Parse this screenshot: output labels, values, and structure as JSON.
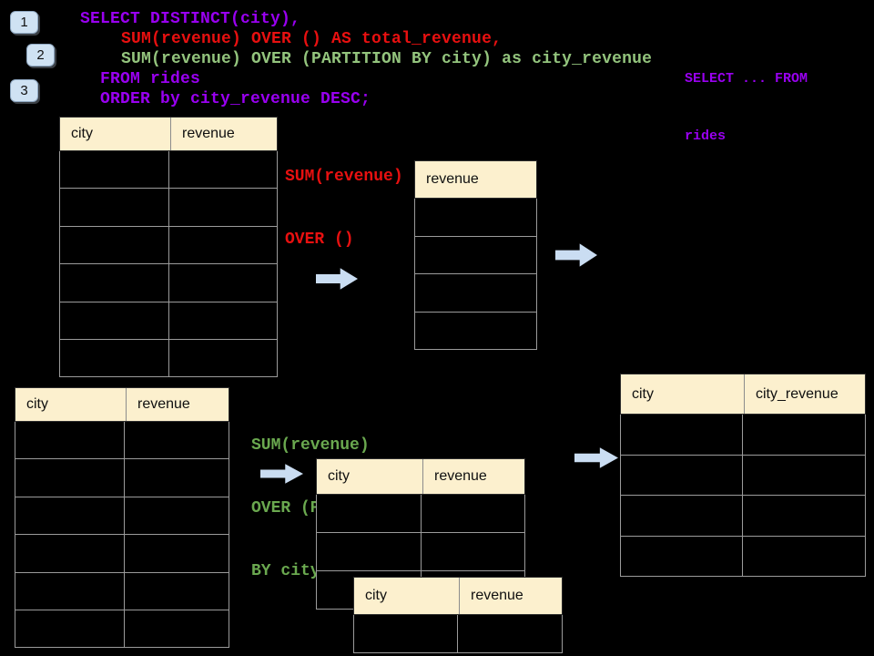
{
  "sql": {
    "line1": "SELECT DISTINCT(city),",
    "line2": "SUM(revenue) OVER () AS total_revenue,",
    "line3": "SUM(revenue) OVER (PARTITION BY city) as city_revenue",
    "line4": "FROM rides",
    "line5": "ORDER by city_revenue DESC;"
  },
  "side_note": {
    "line1": "SELECT ... FROM",
    "line2": "rides"
  },
  "badges": {
    "b1": "1",
    "b2": "2",
    "b3": "3"
  },
  "notes": {
    "total_line1": "SUM(revenue)",
    "total_line2": "OVER ()",
    "partition_line1": "SUM(revenue)",
    "partition_line2": "OVER (PARTITION",
    "partition_line3": "BY city)"
  },
  "tables": {
    "source_top": {
      "col1": "city",
      "col2": "revenue",
      "rows": 6
    },
    "total_revenue": {
      "col1": "revenue",
      "rows": 4
    },
    "source_bottom": {
      "col1": "city",
      "col2": "revenue",
      "rows": 6
    },
    "partition_front": {
      "col1": "city",
      "col2": "revenue",
      "rows": 3
    },
    "partition_back": {
      "col1": "city",
      "col2": "revenue",
      "rows": 1
    },
    "result": {
      "col1": "city",
      "col2": "city_revenue",
      "rows": 4
    }
  },
  "colors": {
    "background": "#000000",
    "purple": "#9900F0",
    "red": "#E81010",
    "green_code": "#93C47D",
    "green_note": "#6AA84F",
    "arrow_fill": "#CADDF2",
    "badge_fill": "#CFE2F3",
    "table_header_fill": "#FCF0CE"
  },
  "icons": {
    "arrow_right": "block-arrow-right-icon"
  }
}
